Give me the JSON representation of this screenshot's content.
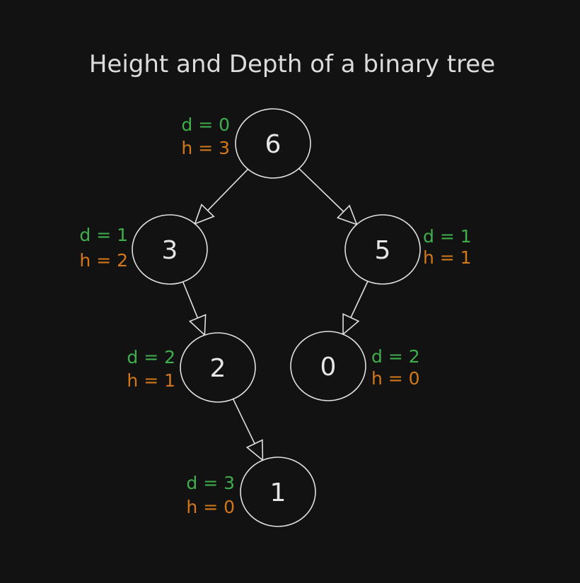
{
  "title": "Height and Depth of a binary tree",
  "colors": {
    "background": "#121212",
    "stroke": "#e0e0e0",
    "depth_label": "#3fae4c",
    "height_label": "#d2781a"
  },
  "nodes": [
    {
      "id": "n6",
      "value": "6",
      "depth_label": "d = 0",
      "height_label": "h = 3"
    },
    {
      "id": "n3",
      "value": "3",
      "depth_label": "d = 1",
      "height_label": "h = 2"
    },
    {
      "id": "n5",
      "value": "5",
      "depth_label": "d = 1",
      "height_label": "h = 1"
    },
    {
      "id": "n2",
      "value": "2",
      "depth_label": "d = 2",
      "height_label": "h = 1"
    },
    {
      "id": "n0",
      "value": "0",
      "depth_label": "d = 2",
      "height_label": "h = 0"
    },
    {
      "id": "n1",
      "value": "1",
      "depth_label": "d = 3",
      "height_label": "h = 0"
    }
  ],
  "edges": [
    {
      "from": "n6",
      "to": "n3"
    },
    {
      "from": "n6",
      "to": "n5"
    },
    {
      "from": "n3",
      "to": "n2"
    },
    {
      "from": "n5",
      "to": "n0"
    },
    {
      "from": "n2",
      "to": "n1"
    }
  ]
}
